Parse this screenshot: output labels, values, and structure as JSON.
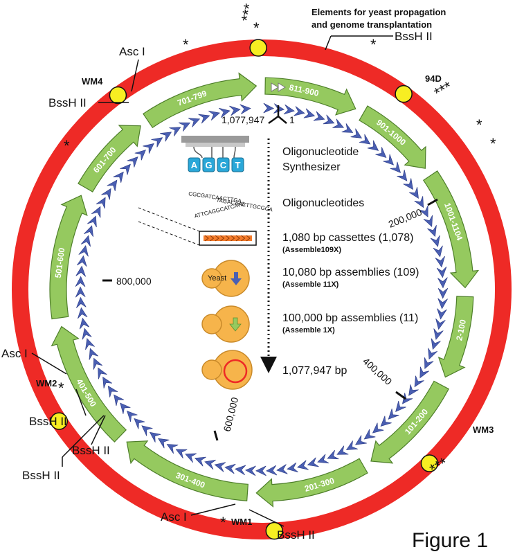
{
  "header": {
    "line1": "Elements for yeast propagation",
    "line2": "and genome transplantation"
  },
  "figure_label": "Figure 1",
  "colors": {
    "red_ring": "#ee2a26",
    "green_arrow": "#95c95f",
    "blue_arrow": "#4a5fb2",
    "yellow": "#f7ee22",
    "cell": "#f6b44b",
    "cassette_orange": "#f47b2a"
  },
  "segments": [
    "701-799",
    "811-900",
    "901-1000",
    "1001-1104",
    "2-100",
    "101-200",
    "201-300",
    "301-400",
    "401-500",
    "501-600",
    "601-700"
  ],
  "watermarks": [
    "WM4",
    "94D",
    "WM3",
    "WM1",
    "WM2"
  ],
  "enzymes": {
    "bssh": "BssH II",
    "asc": "Asc I"
  },
  "positions": {
    "origin_left": "1,077,947",
    "origin_right": "1",
    "p200k": "200,000",
    "p400k": "400,000",
    "p600k": "600,000",
    "p800k": "800,000"
  },
  "steps": {
    "synth1": "Oligonucleotide",
    "synth2": "Synthesizer",
    "synth_letters": [
      "A",
      "G",
      "C",
      "T"
    ],
    "oligos": "Oligonucleotides",
    "oligo_seq": [
      "CGCGATCAACTTGA",
      "TAGACAACTTGCGCA",
      "ATTCAGGCATCATG"
    ],
    "cassettes": "1,080 bp cassettes (1,078)",
    "cassettes_sub": "(Assemble109X)",
    "asm10k": "10,080 bp assemblies (109)",
    "asm10k_sub": "(Assemble 11X)",
    "asm100k": "100,000 bp assemblies (11)",
    "asm100k_sub": "(Assemble 1X)",
    "final": "1,077,947 bp",
    "yeast": "Yeast"
  },
  "stars": {
    "top_cluster": "***",
    "top_single": "*",
    "single": "*",
    "triple": "***",
    "double": "**"
  }
}
